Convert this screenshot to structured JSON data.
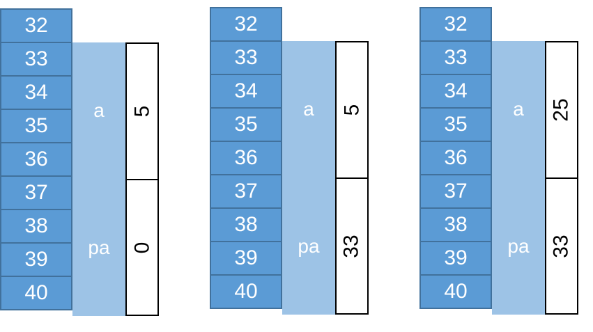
{
  "panels": [
    {
      "addresses": [
        "32",
        "33",
        "34",
        "35",
        "36",
        "37",
        "38",
        "39",
        "40"
      ],
      "vars": [
        {
          "name": "a",
          "value": "5"
        },
        {
          "name": "pa",
          "value": "0"
        }
      ]
    },
    {
      "addresses": [
        "32",
        "33",
        "34",
        "35",
        "36",
        "37",
        "38",
        "39",
        "40"
      ],
      "vars": [
        {
          "name": "a",
          "value": "5"
        },
        {
          "name": "pa",
          "value": "33"
        }
      ]
    },
    {
      "addresses": [
        "32",
        "33",
        "34",
        "35",
        "36",
        "37",
        "38",
        "39",
        "40"
      ],
      "vars": [
        {
          "name": "a",
          "value": "25"
        },
        {
          "name": "pa",
          "value": "33"
        }
      ]
    }
  ],
  "colors": {
    "address_fill": "#5b9bd5",
    "address_border": "#41719c",
    "variable_fill": "#9dc3e6",
    "value_border": "#000000"
  }
}
